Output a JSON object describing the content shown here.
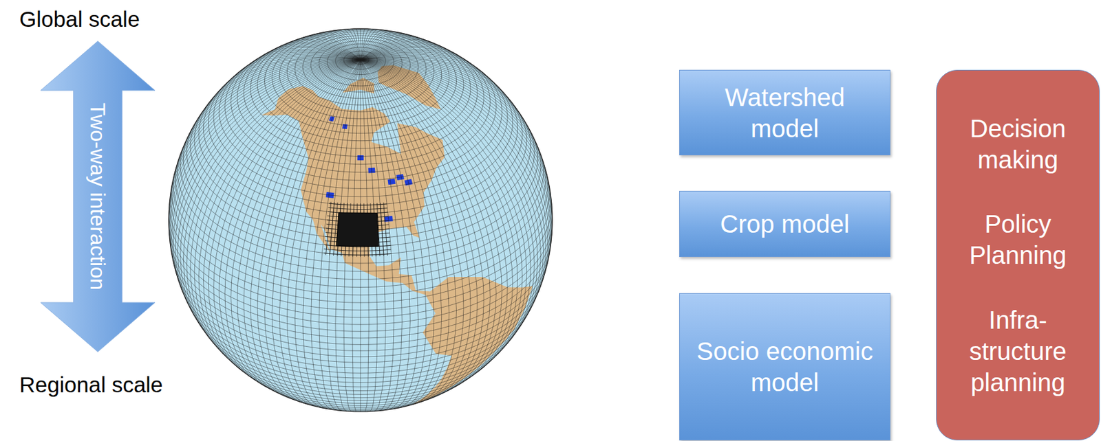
{
  "diagram": {
    "nodes": [
      {
        "text": [
          "Two-way interaction"
        ]
      },
      {
        "text": [
          "Watershed model"
        ]
      },
      {
        "text": [
          "Crop model"
        ]
      },
      {
        "text": [
          "Socio economic model"
        ]
      },
      {
        "text": [
          "Decision making",
          "Policy Planning",
          "Infra- structure planning"
        ]
      }
    ],
    "labels": [
      "Global scale",
      "Regional scale"
    ]
  }
}
